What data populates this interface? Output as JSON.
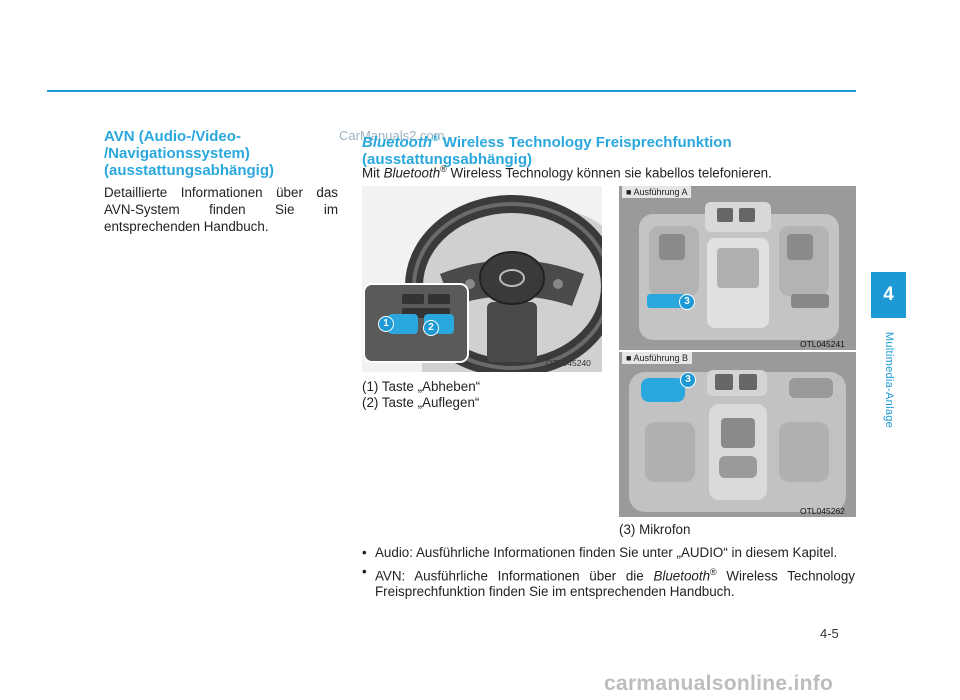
{
  "left": {
    "heading_lines": [
      "AVN (Audio-/Video-",
      "/Navigationssystem)",
      "(ausstattungsabhängig)"
    ],
    "body_lines": [
      "Detaillierte Informationen über das",
      "AVN-System finden Sie im",
      "entsprechenden Handbuch."
    ]
  },
  "watermark": "CarManuals2.com",
  "right": {
    "heading_italic": "Bluetooth",
    "heading_reg": "®",
    "heading_rest": " Wireless Technology Freisprechfunktion",
    "heading_line2": "(ausstattungsabhängig)",
    "intro_pre": "Mit ",
    "intro_italic": "Bluetooth",
    "intro_reg": "®",
    "intro_post": " Wireless Technology können sie kabellos telefonieren."
  },
  "figures": {
    "steering": {
      "code": "OTL045240",
      "badge1": "1",
      "badge2": "2"
    },
    "variant_a": {
      "label": "■ Ausführung A",
      "code": "OTL045241",
      "badge": "3"
    },
    "variant_b": {
      "label": "■ Ausführung B",
      "code": "OTL045262",
      "badge": "3"
    }
  },
  "captions": {
    "item1": "(1) Taste „Abheben“",
    "item2": "(2) Taste „Auflegen“",
    "item3": "(3) Mikrofon"
  },
  "bullets": {
    "b1": "Audio: Ausführliche Informationen finden Sie unter „AUDIO“ in diesem Kapitel.",
    "b2_pre": "AVN: Ausführliche Informationen über die ",
    "b2_italic": "Bluetooth",
    "b2_reg": "®",
    "b2_post": " Wireless Technology Freisprechfunktion finden Sie im entsprechenden Handbuch."
  },
  "side_tab": {
    "number": "4",
    "label": "Multimedia-Anlage"
  },
  "page_number": "4-5",
  "footer": "carmanualsonline.info",
  "colors": {
    "accent": "#1d9ad6",
    "heading": "#2aa8de"
  }
}
